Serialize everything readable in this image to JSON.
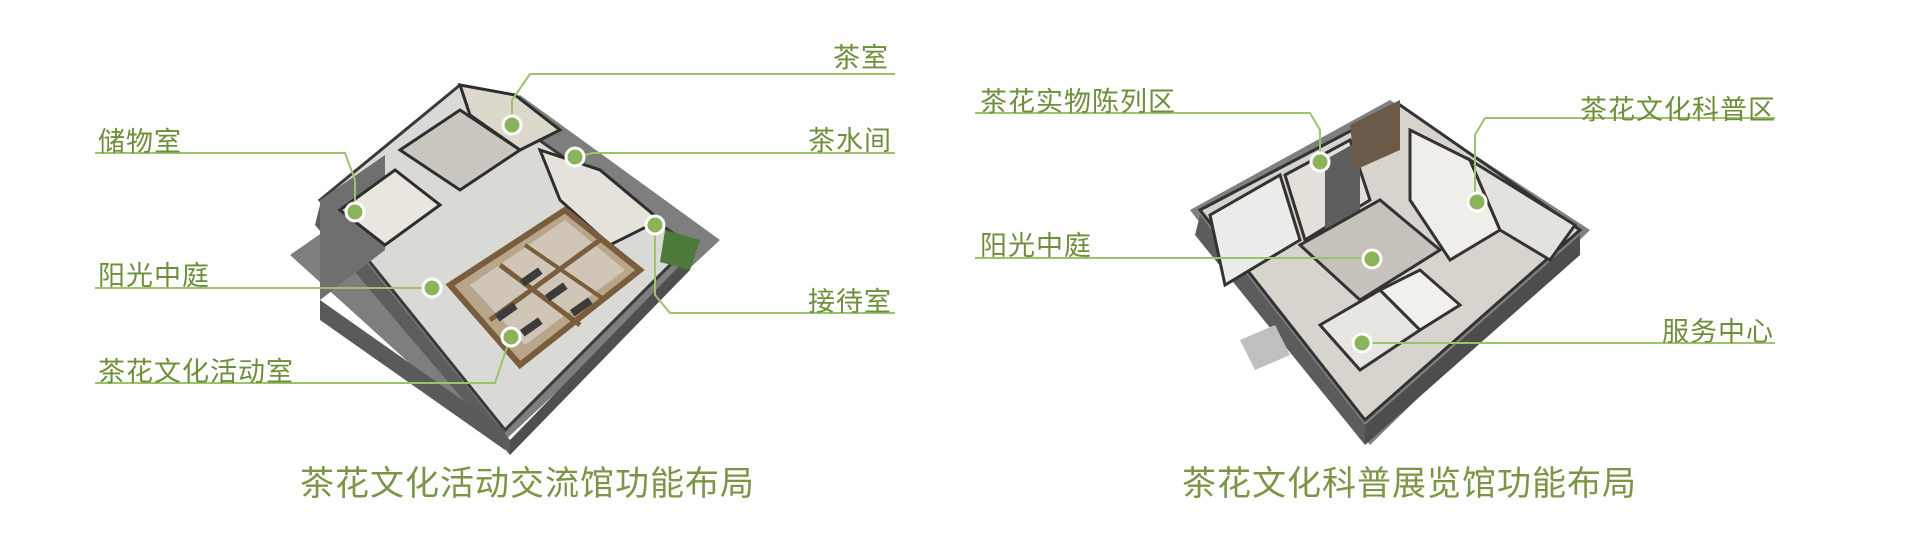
{
  "accent_color": "#8bb35a",
  "left_plan": {
    "labels": {
      "tea_room": "茶室",
      "storage": "储物室",
      "tea_water": "茶水间",
      "courtyard": "阳光中庭",
      "reception": "接待室",
      "activity": "茶花文化活动室"
    },
    "caption": "茶花文化活动交流馆功能布局"
  },
  "right_plan": {
    "labels": {
      "exhibit": "茶花实物陈列区",
      "science": "茶花文化科普区",
      "courtyard": "阳光中庭",
      "service": "服务中心"
    },
    "caption": "茶花文化科普展览馆功能布局"
  }
}
